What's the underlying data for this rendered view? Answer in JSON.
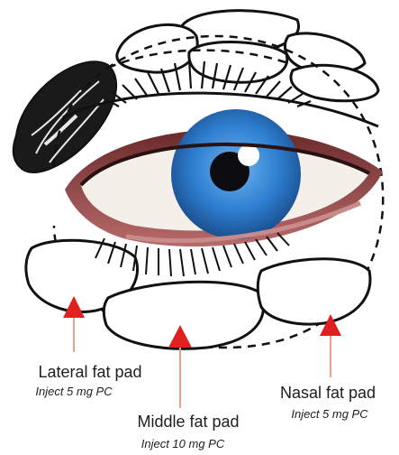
{
  "labels": {
    "lateral": {
      "name": "Lateral fat pad",
      "dose": "Inject 5 mg PC"
    },
    "middle": {
      "name": "Middle fat pad",
      "dose": "Inject 10 mg PC"
    },
    "nasal": {
      "name": "Nasal fat pad",
      "dose": "Inject 5 mg PC"
    }
  },
  "colors": {
    "arrow": "#e01f1f",
    "iris": "#2e7fd1",
    "outline": "#111111"
  }
}
